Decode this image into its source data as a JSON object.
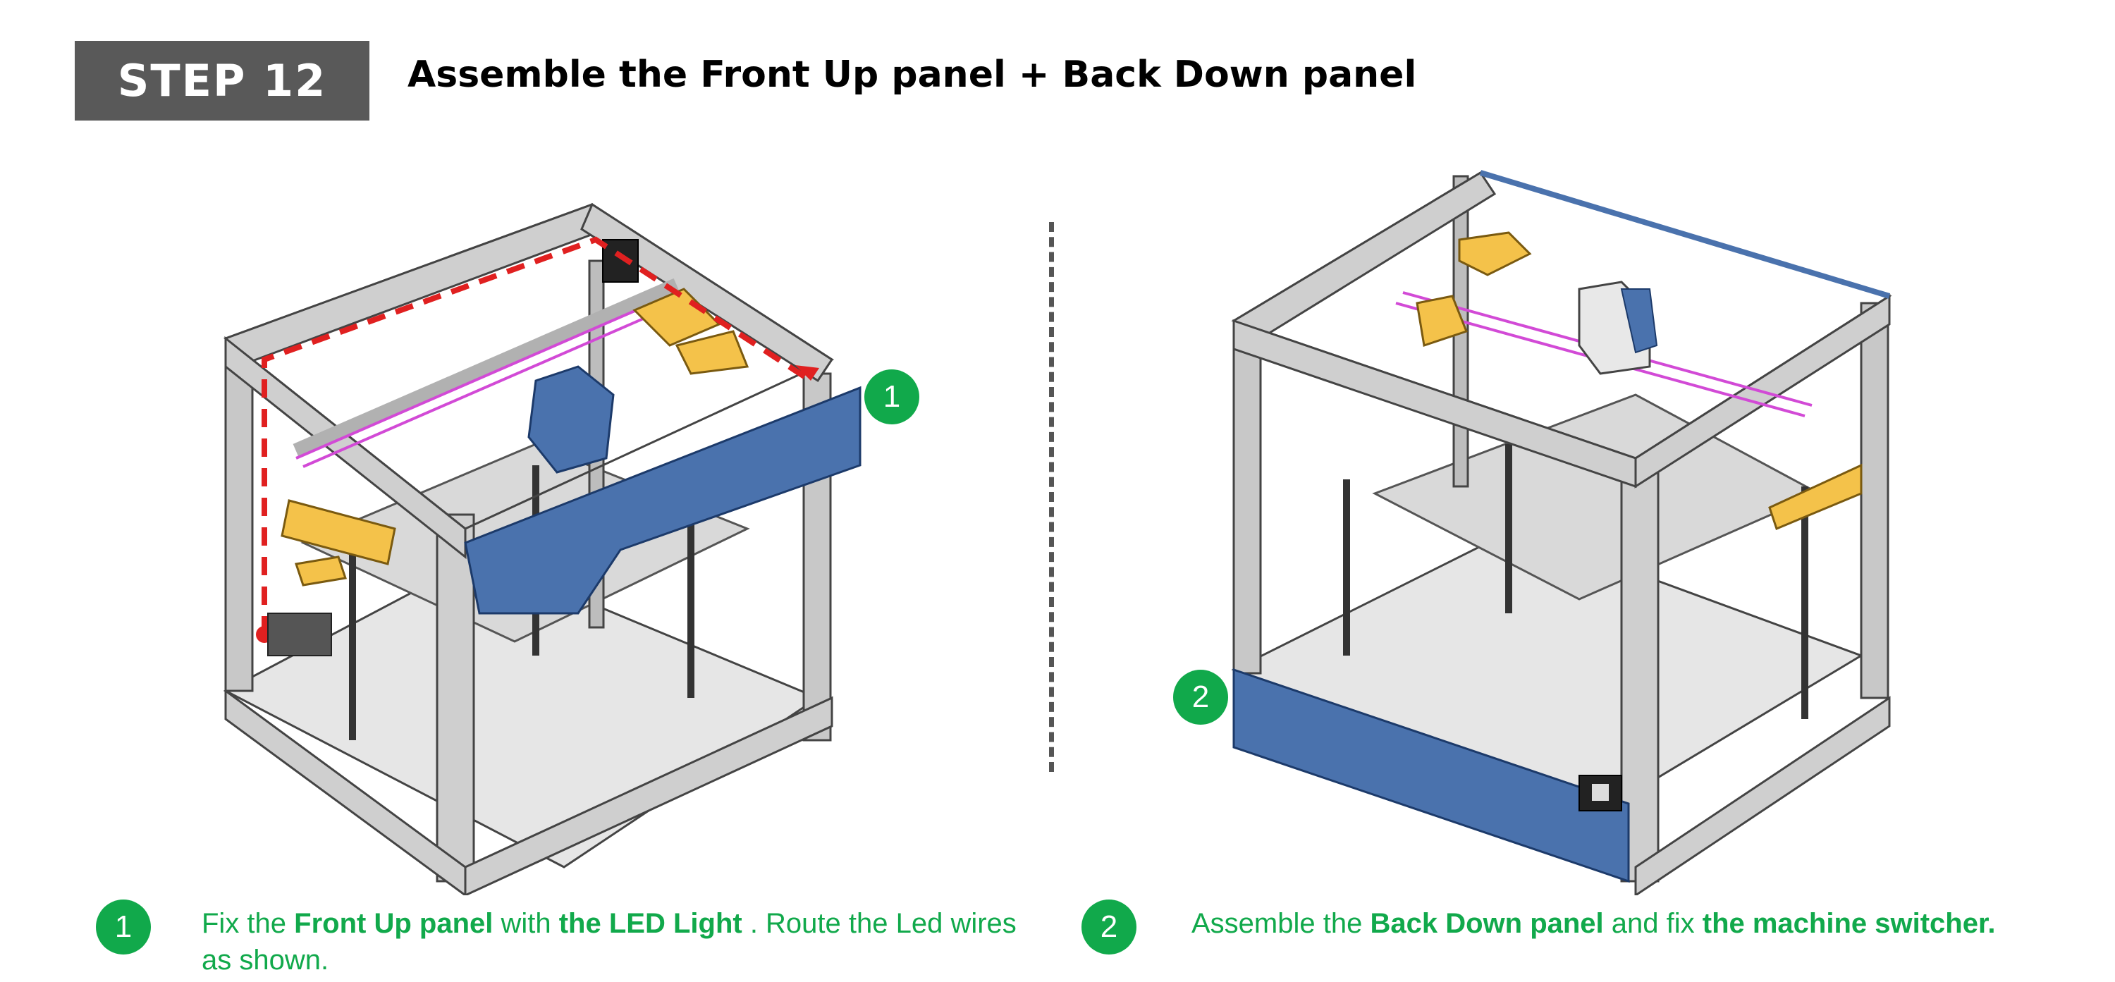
{
  "header": {
    "step_label": "STEP 12",
    "title": "Assemble the Front Up panel + Back Down panel"
  },
  "callouts": {
    "one": "1",
    "two": "2"
  },
  "instructions": [
    {
      "number": "1",
      "t1": "Fix the ",
      "b1": "Front Up panel",
      "t2": " with ",
      "b2": "the LED Light",
      "t3": "  . Route the Led wires as shown."
    },
    {
      "number": "2",
      "t1": "Assemble the ",
      "b1": "Back Down panel",
      "t2": " and fix ",
      "b2": "the machine switcher."
    }
  ],
  "colors": {
    "accent_green": "#11a94b",
    "panel_blue": "#4a72ad",
    "header_gray": "#595959",
    "route_red": "#e02020",
    "part_yellow": "#f4c24a"
  }
}
